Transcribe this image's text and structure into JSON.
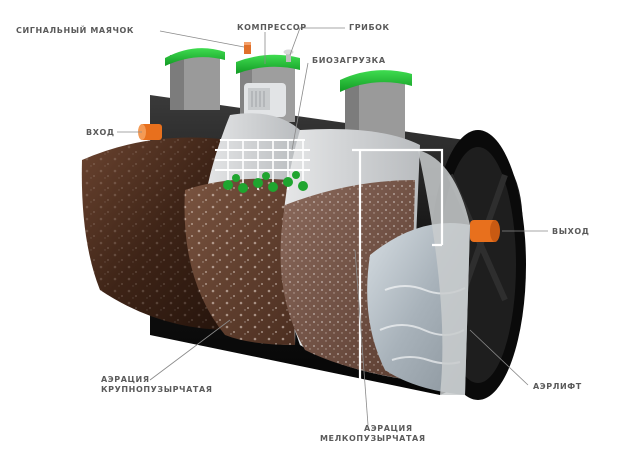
{
  "labels": {
    "beacon": "СИГНАЛЬНЫЙ МАЯЧОК",
    "compressor": "КОМПРЕССОР",
    "mushroom": "ГРИБОК",
    "bioload": "БИОЗАГРУЗКА",
    "inlet": "ВХОД",
    "outlet": "ВЫХОД",
    "coarse_line1": "АЭРАЦИЯ",
    "coarse_line2": "КРУПНОПУЗЫРЧАТАЯ",
    "fine_line1": "АЭРАЦИЯ",
    "fine_line2": "МЕЛКОПУЗЫРЧАТАЯ",
    "airlift": "АЭРЛИФТ"
  },
  "colors": {
    "lid_green": "#1fb534",
    "tank_body": "#1c1c1c",
    "pipe_orange": "#e8701d",
    "sludge": "#4a2c1c",
    "clean_water": "#b9c2c8",
    "partition": "#d4d6d8"
  }
}
